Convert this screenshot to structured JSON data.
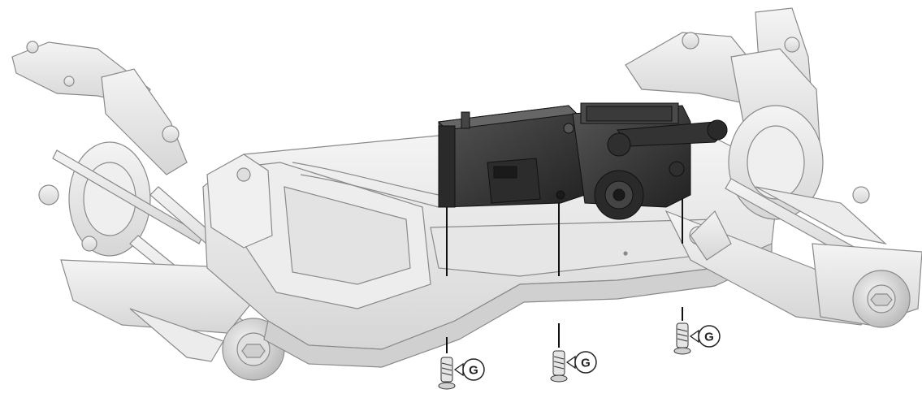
{
  "diagram": {
    "description_label": "",
    "callouts": [
      {
        "id": "screw-left",
        "label": "G"
      },
      {
        "id": "screw-middle",
        "label": "G"
      },
      {
        "id": "screw-right",
        "label": "G"
      }
    ],
    "colors": {
      "chassis_fill": "#e8e8e8",
      "chassis_edge": "#8a8a8a",
      "servo_body": "#3a3a3a",
      "servo_dark": "#1e1e1e",
      "screw_fill": "#d9d9d9"
    }
  }
}
